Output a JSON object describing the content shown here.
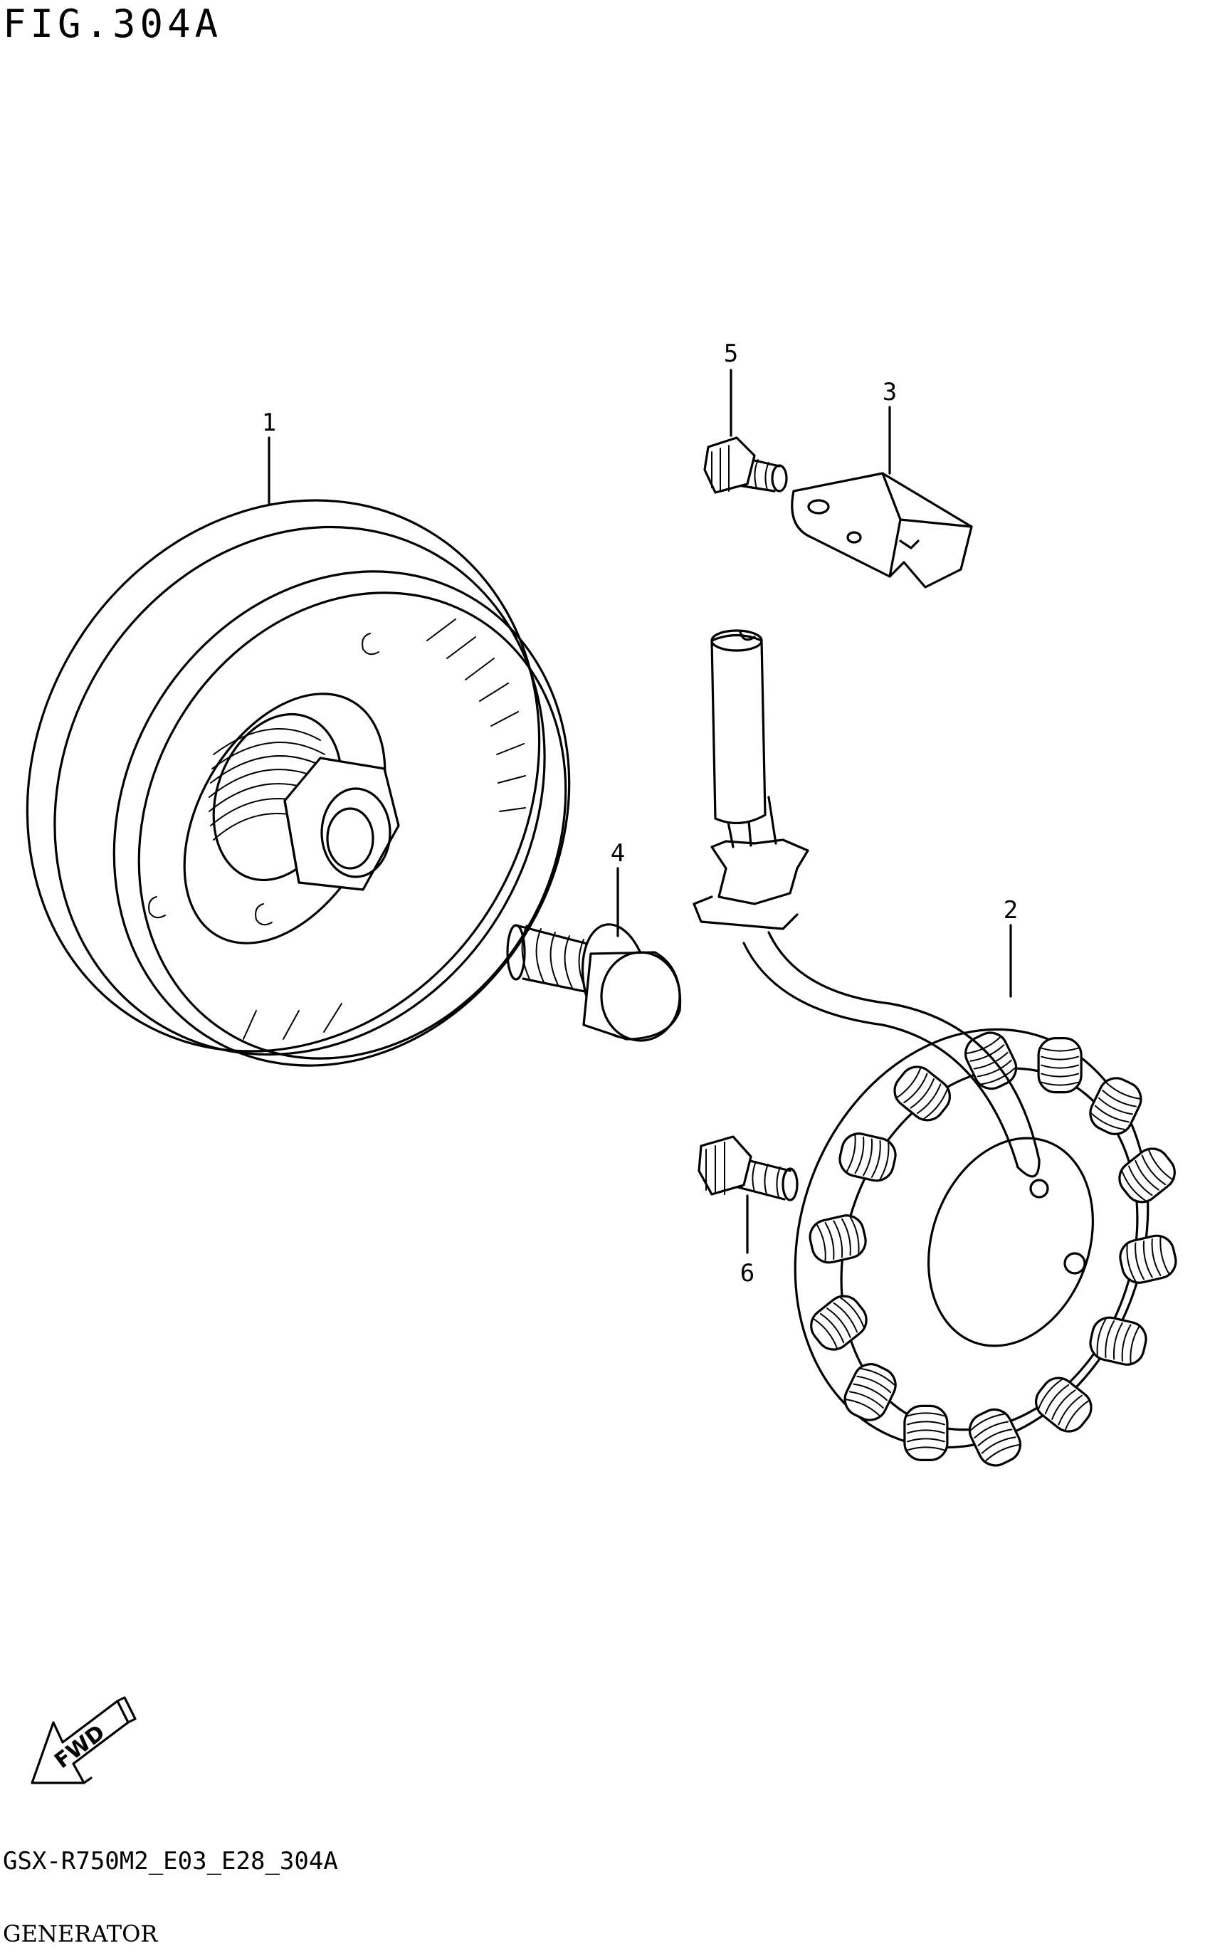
{
  "figure": {
    "title": "FIG.304A",
    "code": "GSX-R750M2_E03_E28_304A",
    "name": "GENERATOR",
    "direction_label": "FWD"
  },
  "parts": [
    {
      "ref": "1"
    },
    {
      "ref": "2"
    },
    {
      "ref": "3"
    },
    {
      "ref": "4"
    },
    {
      "ref": "5"
    },
    {
      "ref": "6"
    }
  ]
}
